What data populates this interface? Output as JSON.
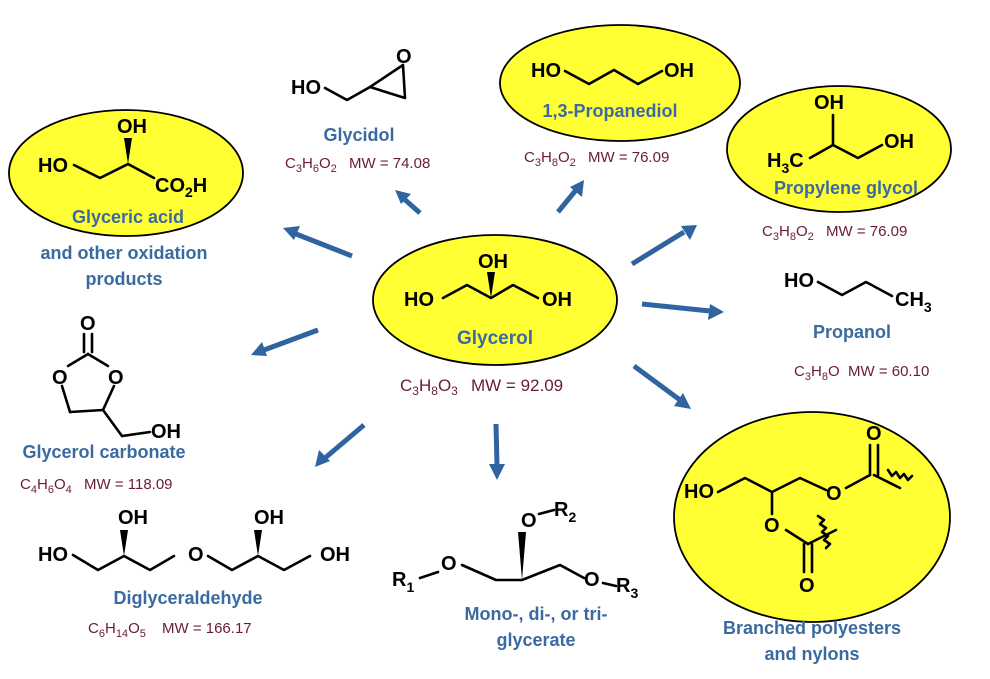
{
  "center": {
    "name": "Glycerol",
    "mw_prefix": "C3H8O3",
    "mw_value": "MW = 92.09"
  },
  "atoms": {
    "oh": "OH",
    "ho": "HO",
    "o": "O",
    "co2h": "CO2H",
    "h3c": "H3C",
    "ch3": "CH3",
    "r1": "R1",
    "r2": "R2",
    "r3": "R3"
  },
  "products": {
    "glycidol": {
      "name": "Glycidol",
      "mw_value": "MW = 74.08"
    },
    "propanediol": {
      "name": "1,3-Propanediol",
      "mw_value": "MW = 76.09"
    },
    "propylene_glycol": {
      "name": "Propylene glycol",
      "mw_value": "MW = 76.09"
    },
    "glyceric_acid": {
      "name_line1": "Glyceric acid",
      "name_line2": "and other oxidation",
      "name_line3": "products"
    },
    "propanol": {
      "name": "Propanol",
      "mw_value": "MW = 60.10"
    },
    "glycerol_carbonate": {
      "name": "Glycerol carbonate",
      "mw_value": "MW = 118.09"
    },
    "diglyceraldehyde": {
      "name": "Diglyceraldehyde",
      "mw_value": "MW = 166.17"
    },
    "glycerate": {
      "name_line1": "Mono-, di-, or tri-",
      "name_line2": "glycerate"
    },
    "polyesters": {
      "name_line1": "Branched polyesters",
      "name_line2": "and nylons"
    }
  },
  "colors": {
    "highlight": "#ffff33",
    "arrow": "#2f64a0",
    "name_text": "#3a6aa0",
    "mw_text": "#6a1a3a"
  }
}
